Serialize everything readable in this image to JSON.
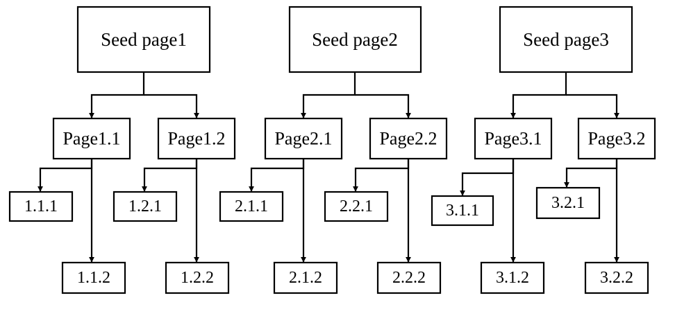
{
  "trees": [
    {
      "seed": "Seed page1",
      "pages": [
        {
          "label": "Page1.1",
          "leaves": [
            "1.1.1",
            "1.1.2"
          ]
        },
        {
          "label": "Page1.2",
          "leaves": [
            "1.2.1",
            "1.2.2"
          ]
        }
      ]
    },
    {
      "seed": "Seed page2",
      "pages": [
        {
          "label": "Page2.1",
          "leaves": [
            "2.1.1",
            "2.1.2"
          ]
        },
        {
          "label": "Page2.2",
          "leaves": [
            "2.2.1",
            "2.2.2"
          ]
        }
      ]
    },
    {
      "seed": "Seed page3",
      "pages": [
        {
          "label": "Page3.1",
          "leaves": [
            "3.1.1",
            "3.1.2"
          ]
        },
        {
          "label": "Page3.2",
          "leaves": [
            "3.2.1",
            "3.2.2"
          ]
        }
      ]
    }
  ]
}
